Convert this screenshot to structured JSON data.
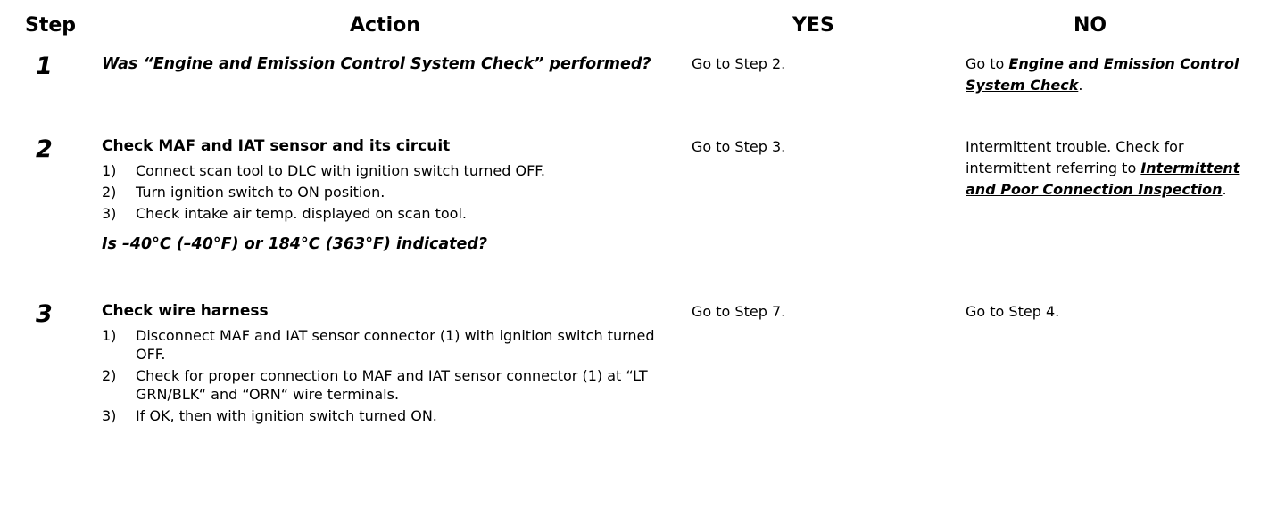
{
  "table": {
    "headers": {
      "step": "Step",
      "action": "Action",
      "yes": "YES",
      "no": "NO"
    },
    "rows": [
      {
        "step": "1",
        "action": {
          "title_italic": "Was “Engine and Emission Control System Check” performed?",
          "substeps": [],
          "question": ""
        },
        "yes": {
          "text": "Go to Step 2."
        },
        "no": {
          "prefix": "Go to ",
          "reference": "Engine and Emission Control System Check",
          "suffix": "."
        }
      },
      {
        "step": "2",
        "action": {
          "title": "Check MAF and IAT sensor and its circuit",
          "substeps": [
            {
              "marker": "1)",
              "text": "Connect scan tool to DLC with ignition switch turned OFF."
            },
            {
              "marker": "2)",
              "text": "Turn ignition switch to ON position."
            },
            {
              "marker": "3)",
              "text": "Check intake air temp. displayed on scan tool."
            }
          ],
          "question": "Is –40°C (–40°F) or 184°C (363°F) indicated?"
        },
        "yes": {
          "text": "Go to Step 3."
        },
        "no": {
          "prefix": "Intermittent trouble. Check for intermittent referring to ",
          "reference": "Intermittent and Poor Connection Inspection",
          "suffix": "."
        }
      },
      {
        "step": "3",
        "action": {
          "title": "Check wire harness",
          "substeps": [
            {
              "marker": "1)",
              "text": "Disconnect MAF and IAT sensor connector (1) with ignition switch turned OFF."
            },
            {
              "marker": "2)",
              "text": "Check for proper connection to MAF and IAT sensor connector (1) at “LT GRN/BLK“ and “ORN“ wire terminals."
            },
            {
              "marker": "3)",
              "text": "If OK, then with ignition switch turned ON."
            }
          ],
          "question": ""
        },
        "yes": {
          "text": "Go to Step 7."
        },
        "no": {
          "text": "Go to Step 4."
        }
      }
    ]
  },
  "colors": {
    "text": "#000000",
    "background": "#ffffff"
  }
}
